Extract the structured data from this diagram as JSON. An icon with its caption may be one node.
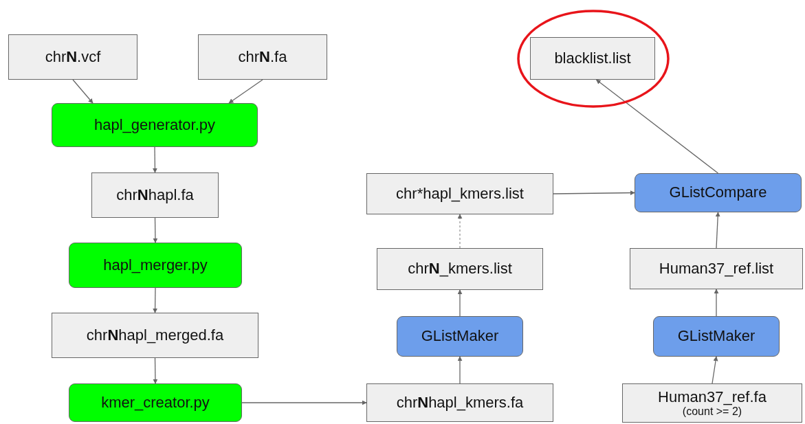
{
  "diagram": {
    "nodes": [
      {
        "text": [
          "chr**N**.vcf"
        ]
      },
      {
        "text": [
          "chr**N**.fa"
        ]
      },
      {
        "text": [
          "hapl_generator.py"
        ]
      },
      {
        "text": [
          "chr**N**hapl.fa"
        ]
      },
      {
        "text": [
          "hapl_merger.py"
        ]
      },
      {
        "text": [
          "chr**N**hapl_merged.fa"
        ]
      },
      {
        "text": [
          "kmer_creator.py"
        ]
      },
      {
        "text": [],
        "shape": "circle"
      },
      {
        "text": [
          "blacklist.list"
        ],
        "in": 7
      },
      {
        "text": [
          "chr*hapl_kmers.list"
        ]
      },
      {
        "text": [
          "GListCompare"
        ]
      },
      {
        "text": [
          "chr**N**_kmers.list"
        ]
      },
      {
        "text": [
          "Human37_ref.list"
        ]
      },
      {
        "text": [
          "GListMaker"
        ]
      },
      {
        "text": [
          "GListMaker"
        ]
      },
      {
        "text": [
          "chr**N**hapl_kmers.fa"
        ]
      },
      {
        "text": [
          "Human37_ref.fa",
          "(count >= 2)"
        ]
      }
    ],
    "edges": [
      {
        "from": 0,
        "to": 2,
        "arrow": "to"
      },
      {
        "from": 1,
        "to": 2,
        "arrow": "to"
      },
      {
        "from": 2,
        "to": 3,
        "arrow": "to"
      },
      {
        "from": 3,
        "to": 4,
        "arrow": "to"
      },
      {
        "from": 4,
        "to": 5,
        "arrow": "to"
      },
      {
        "from": 5,
        "to": 6,
        "arrow": "to"
      },
      {
        "from": 6,
        "to": 15,
        "arrow": "to"
      },
      {
        "from": 15,
        "to": 13,
        "arrow": "to"
      },
      {
        "from": 13,
        "to": 11,
        "arrow": "to"
      },
      {
        "from": 11,
        "to": 9,
        "arrow": "to",
        "style": "dashed"
      },
      {
        "from": 9,
        "to": 10,
        "arrow": "to"
      },
      {
        "from": 16,
        "to": 14,
        "arrow": "to"
      },
      {
        "from": 14,
        "to": 12,
        "arrow": "to"
      },
      {
        "from": 12,
        "to": 10,
        "arrow": "to"
      },
      {
        "from": 10,
        "to": 8,
        "arrow": "to"
      }
    ]
  }
}
